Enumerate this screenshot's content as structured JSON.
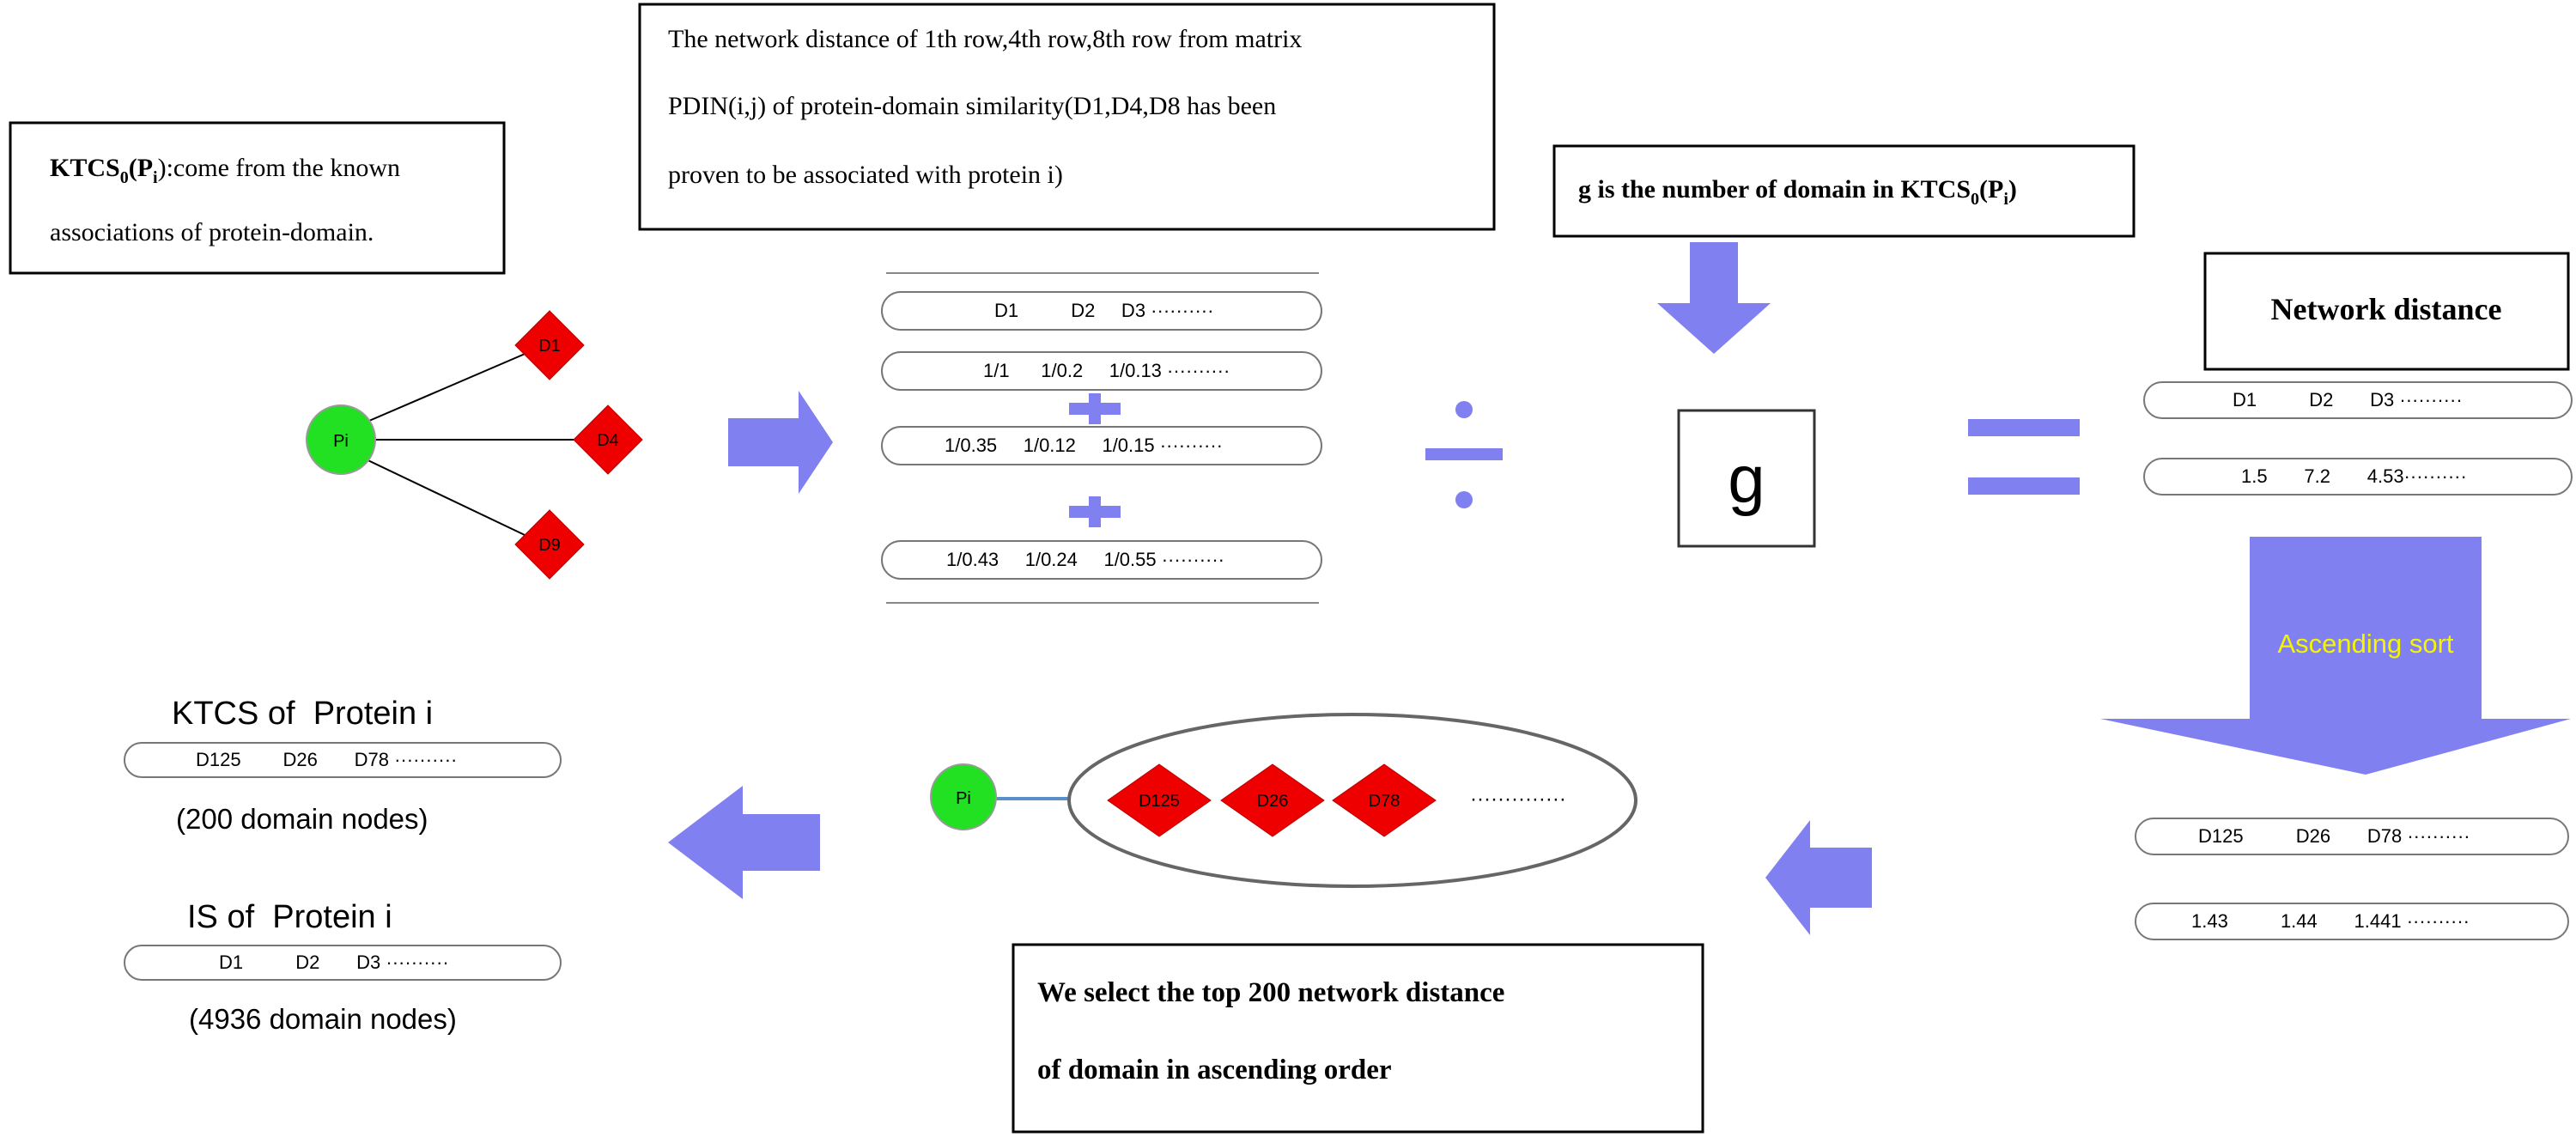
{
  "boxes": {
    "ktcs0_line1_prefix": "KTCS",
    "ktcs0_line1_sub": "0",
    "ktcs0_line1_paren_open": "(P",
    "ktcs0_line1_paren_sub": "i",
    "ktcs0_line1_suffix": "):come from the known",
    "ktcs0_line2": "associations of protein-domain.",
    "matrix_line1": "The network distance of 1th row,4th row,8th row from matrix",
    "matrix_line2": "PDIN(i,j)  of protein-domain similarity(D1,D4,D8 has been",
    "matrix_line3": "proven to be associated with protein i)",
    "g_text_prefix": "g is the number of domain in  KTCS",
    "g_text_sub": "0",
    "g_text_paren": "(P",
    "g_text_paren_sub": "i",
    "g_text_close": ")",
    "network_distance_title": "Network distance",
    "select_line1": "We select the top 200 network distance",
    "select_line2": "of domain in ascending order"
  },
  "graph_top": {
    "center_node": "Pi",
    "domain_nodes": [
      "D1",
      "D4",
      "D9"
    ]
  },
  "matrix_rows": [
    "D1          D2     D3 ··········",
    "1/1      1/0.2     1/0.13 ··········",
    "1/0.35     1/0.12     1/0.15 ··········",
    "1/0.43     1/0.24     1/0.55 ··········"
  ],
  "operators": {
    "divide": "÷",
    "g_symbol": "g"
  },
  "network_rows": [
    "D1          D2       D3 ··········",
    "1.5       7.2       4.53··········"
  ],
  "ascending_label": "Ascending sort",
  "sorted_rows": [
    "D125          D26       D78 ··········",
    "1.43          1.44       1.441 ··········"
  ],
  "bottom_graph": {
    "center_node": "Pi",
    "domain_nodes": [
      "D125",
      "D26",
      "D78"
    ],
    "ellipsis": "··············"
  },
  "result": {
    "ktcs_title": "KTCS of  Protein i",
    "ktcs_row": "D125        D26       D78 ··········",
    "ktcs_count": "(200 domain nodes)",
    "is_title": "IS of  Protein i",
    "is_row": "D1          D2       D3 ··········",
    "is_count": "(4936 domain nodes)"
  },
  "colors": {
    "arrow": "#8080f0",
    "node_green": "#22e022",
    "diamond_red": "#ee0000",
    "ascending_text": "#f5f500",
    "connector": "#5b8fc7"
  }
}
